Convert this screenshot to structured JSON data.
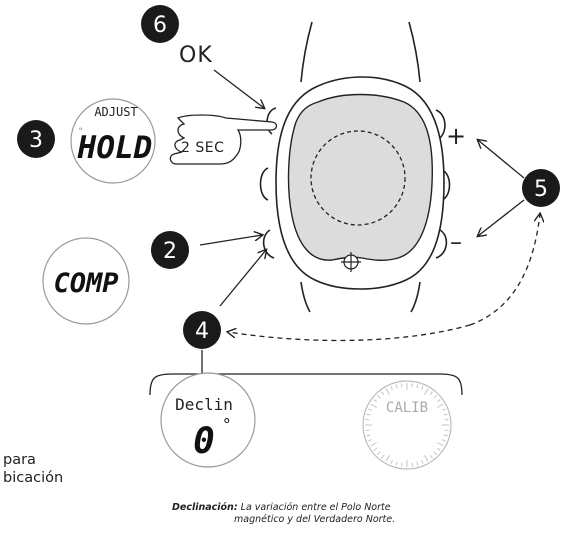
{
  "callouts": {
    "ok_number": "6",
    "ok_label": "OK",
    "hold_number": "3",
    "comp_number": "2",
    "declin_number": "4",
    "plusminus_number": "5",
    "plus_label": "+",
    "minus_label": "–"
  },
  "displays": {
    "adjust_top": "ADJUST",
    "adjust_main": "HOLD",
    "adjust_side": "\"",
    "press_duration": "2 SEC",
    "comp_main": "COMP",
    "declin_top": "Declin",
    "declin_value": "0",
    "declin_unit": "°",
    "calib_top": "CALIB"
  },
  "side_text": {
    "line1": "para",
    "line2": "bicación"
  },
  "caption": {
    "term": "Declinación:",
    "line1": "La variación entre el Polo Norte",
    "line2": "magnético y del Verdadero Norte."
  }
}
